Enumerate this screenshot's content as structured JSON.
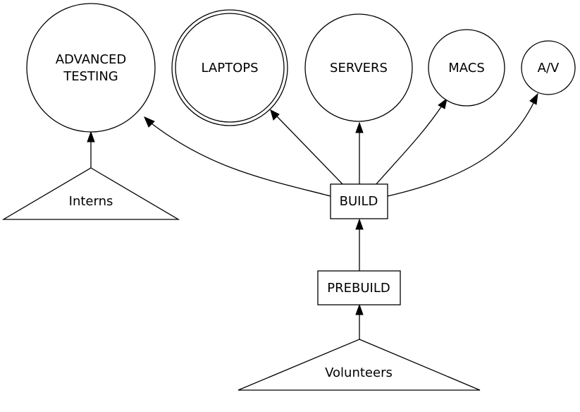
{
  "nodes": {
    "advanced_testing": {
      "label_line1": "ADVANCED",
      "label_line2": "TESTING",
      "shape": "circle"
    },
    "laptops": {
      "label": "LAPTOPS",
      "shape": "double-circle"
    },
    "servers": {
      "label": "SERVERS",
      "shape": "circle"
    },
    "macs": {
      "label": "MACS",
      "shape": "circle"
    },
    "av": {
      "label": "A/V",
      "shape": "circle"
    },
    "build": {
      "label": "BUILD",
      "shape": "box"
    },
    "prebuild": {
      "label": "PREBUILD",
      "shape": "box"
    },
    "interns": {
      "label": "Interns",
      "shape": "triangle"
    },
    "volunteers": {
      "label": "Volunteers",
      "shape": "triangle"
    }
  },
  "edges": [
    {
      "from": "Interns",
      "to": "ADVANCED TESTING"
    },
    {
      "from": "BUILD",
      "to": "ADVANCED TESTING"
    },
    {
      "from": "BUILD",
      "to": "LAPTOPS"
    },
    {
      "from": "BUILD",
      "to": "SERVERS"
    },
    {
      "from": "BUILD",
      "to": "MACS"
    },
    {
      "from": "BUILD",
      "to": "A/V"
    },
    {
      "from": "PREBUILD",
      "to": "BUILD"
    },
    {
      "from": "Volunteers",
      "to": "PREBUILD"
    }
  ],
  "colors": {
    "stroke": "#000000",
    "fill": "#ffffff"
  }
}
